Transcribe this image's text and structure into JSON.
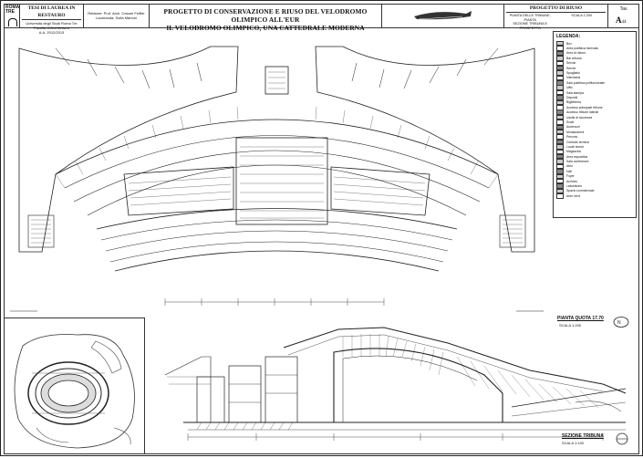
{
  "logo": {
    "text": "ROMA TRE"
  },
  "university": {
    "title": "TESI DI LAUREA IN RESTAURO",
    "lines": [
      "Università degli Studi Roma Tre",
      "Facoltà di Architettura",
      "A.A. 2012/2013"
    ]
  },
  "supervisors": {
    "lines": [
      "Relatore: Prof. Arch. Cesare Feiffer",
      "Laureanda: Sofia Marioni"
    ]
  },
  "title": {
    "line1": "PROGETTO DI CONSERVAZIONE E RIUSO DEL VELODROMO OLIMPICO ALL'EUR",
    "line2": "IL VELODROMO OLIMPICO, UNA CATTEDRALE MODERNA"
  },
  "phase": {
    "title": "PROGETTO DI RIUSO",
    "row1": [
      "PIANTA DELLE TRIBUNE, PIANTA",
      "SCALA 1:200"
    ],
    "row2": [
      "SEZIONE TRIBUNA E PROSPETTO",
      ""
    ]
  },
  "tav": {
    "label": "Tav.",
    "letter": "A",
    "num": "44"
  },
  "legend": {
    "title": "LEGENDA:",
    "items": [
      "Box",
      "Area pubblica riservata",
      "Area di ristoro",
      "Bar tribuna",
      "Servizi",
      "Servizi",
      "Spogliatoi",
      "Infermeria",
      "Sala pubblica polifunzionale",
      "Uffici",
      "Sala stampa",
      "Depositi",
      "Biglietteria",
      "Accesso principale tribune",
      "Accesso tribune laterali",
      "Uscite di sicurezza",
      "Scale",
      "Ascensori",
      "Montacarichi",
      "Percorsi",
      "Centrale termica",
      "Locali tecnici",
      "Magazzino",
      "Area espositiva",
      "Sala conferenze",
      "Atrio",
      "Hall",
      "Foyer",
      "Archivio",
      "Laboratorio",
      "Spazio commerciale",
      "Aree verdi"
    ]
  },
  "plan": {
    "title": "PIANTA QUOTA 17.70",
    "scale": "SCALA 1:200",
    "north": "N"
  },
  "section": {
    "title": "SEZIONE TRIBUNA",
    "scale": "SCALA 1:100"
  }
}
